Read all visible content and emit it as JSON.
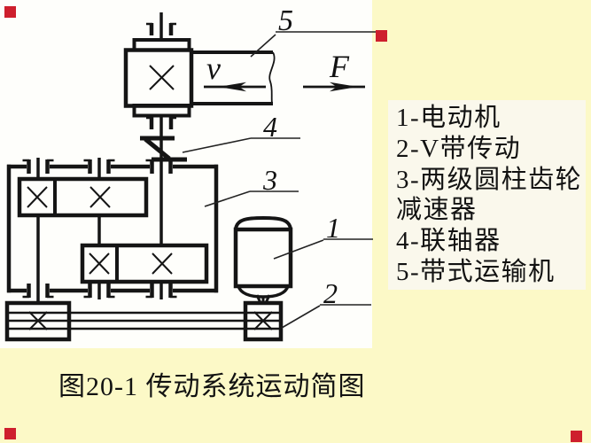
{
  "figure": {
    "caption": "图20-1 传动系统运动简图",
    "legend_items": [
      "1-电动机",
      "2-V带传动",
      "3-两级圆柱齿轮",
      "减速器",
      "4-联轴器",
      "5-带式运输机"
    ]
  },
  "diagram_labels": {
    "part_1": "1",
    "part_2": "2",
    "part_3": "3",
    "part_4": "4",
    "part_5": "5",
    "velocity": "v",
    "force": "F"
  },
  "colors": {
    "slide_background": "#FCF9C7",
    "legend_panel": "#FAF8EC",
    "diagram_area": "#FEFEFB",
    "line": "#151515",
    "corner_marker_red": "#CE1F2D"
  }
}
